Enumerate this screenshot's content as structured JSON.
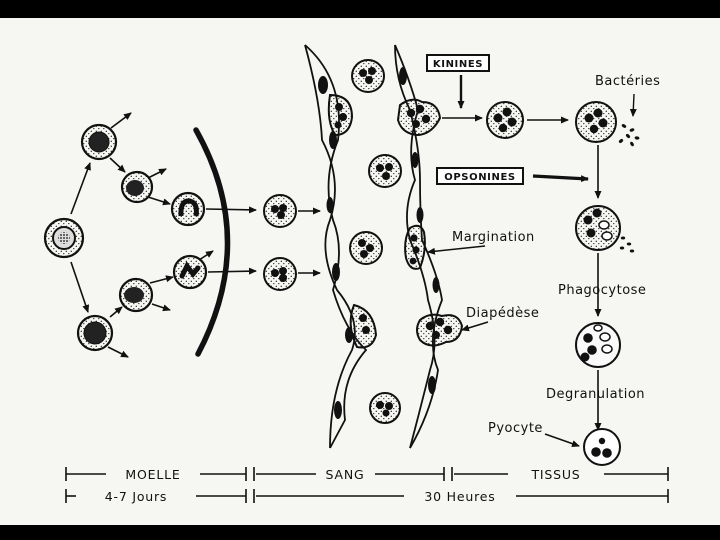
{
  "labels": {
    "kinines": "KININES",
    "opsonines": "OPSONINES",
    "bacteries": "Bactéries",
    "margination": "Margination",
    "diapedese": "Diapédèse",
    "phagocytose": "Phagocytose",
    "degranulation": "Degranulation",
    "pyocyte": "Pyocyte"
  },
  "timeline": {
    "moelle": "MOELLE",
    "sang": "SANG",
    "tissus": "TISSUS",
    "duration_moelle": "4-7 Jours",
    "duration_total": "30 Heures"
  }
}
